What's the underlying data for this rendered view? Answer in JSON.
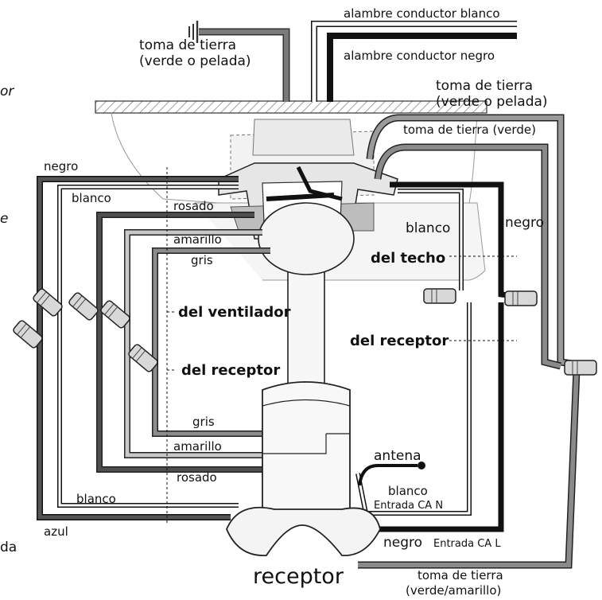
{
  "labels": {
    "ground_top_left": [
      "toma de tierra",
      "(verde o pelada)"
    ],
    "white_supply": "alambre conductor blanco",
    "black_supply": "alambre conductor negro",
    "ground_right_top": [
      "toma de tierra",
      "(verde o pelada)"
    ],
    "ground_green": "toma de tierra (verde)",
    "negro_left": "negro",
    "blanco_left": "blanco",
    "rosado_top": "rosado",
    "amarillo_top": "amarillo",
    "gris_top": "gris",
    "blanco_right": "blanco",
    "negro_right": "negro",
    "del_techo": "del techo",
    "del_ventilador": "del ventilador",
    "del_receptor_right": "del receptor",
    "del_receptor_left": "del receptor",
    "gris_bottom": "gris",
    "amarillo_bottom": "amarillo",
    "rosado_bottom": "rosado",
    "blanco_bottom": "blanco",
    "azul": "azul",
    "antena": "antena",
    "blanco_input": [
      "blanco",
      "Entrada CA N"
    ],
    "negro_input_main": "negro",
    "negro_input_sub": "Entrada CA L",
    "receptor": "receptor",
    "ground_bottom": [
      "toma de tierra",
      "(verde/amarillo)"
    ],
    "edge_or": "or",
    "edge_e": "e",
    "edge_da": "da"
  },
  "colors": {
    "wire_black": "#111111",
    "wire_dark": "#4a4a4a",
    "wire_gray": "#8a8a8a",
    "wire_light": "#bdbdbd",
    "wire_outline": "#1a1a1a",
    "ceiling_hatch": "#9a9a9a"
  }
}
